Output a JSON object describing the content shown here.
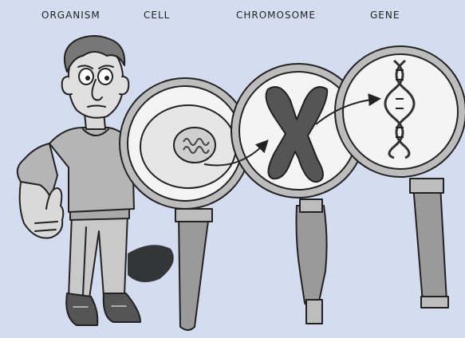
{
  "labels": {
    "organism": "ORGANISM",
    "cell": "CELL",
    "chromosome": "CHROMOSOME",
    "gene": "GENE"
  },
  "colors": {
    "background": "#d4ddef",
    "ink": "#222222",
    "lens_glass": "#f4f4f4",
    "handle": "#9a9a9a",
    "frame": "#bdbdbd"
  }
}
